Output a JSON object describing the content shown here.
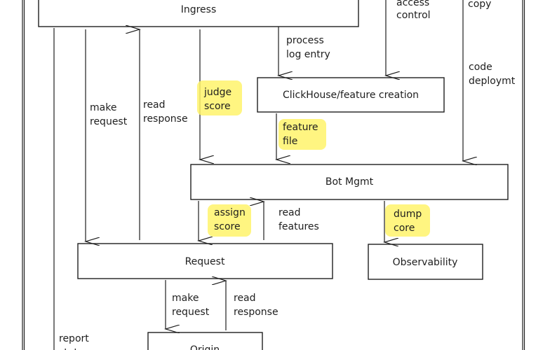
{
  "nodes": {
    "ingress": "Ingress",
    "clickhouse": "ClickHouse/feature creation",
    "botmgmt": "Bot Mgmt",
    "request": "Request",
    "observability": "Observability",
    "origin": "Origin"
  },
  "labels": {
    "access_control": [
      "access",
      "control"
    ],
    "copy": [
      "copy"
    ],
    "process_log": [
      "process",
      "log entry"
    ],
    "code_deploy": [
      "code",
      "deploymt"
    ],
    "make_request_1": [
      "make",
      "request"
    ],
    "read_response_1": [
      "read",
      "response"
    ],
    "judge_score": [
      "judge",
      "score"
    ],
    "feature_file": [
      "feature",
      "file"
    ],
    "assign_score": [
      "assign",
      "score"
    ],
    "read_features": [
      "read",
      "features"
    ],
    "dump_core": [
      "dump",
      "core"
    ],
    "make_request_2": [
      "make",
      "request"
    ],
    "read_response_2": [
      "read",
      "response"
    ],
    "report_stats": [
      "report",
      "stats"
    ]
  },
  "colors": {
    "highlight": "#fff36b",
    "stroke": "#1e1e1e"
  }
}
